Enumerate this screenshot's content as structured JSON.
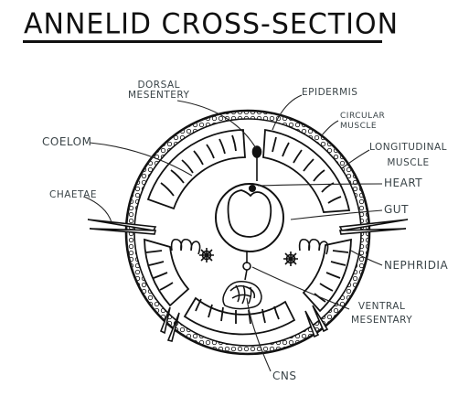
{
  "title": "ANNELID CROSS-SECTION",
  "labels": {
    "dorsal_mesentery_1": "DORSAL",
    "dorsal_mesentery_2": "MESENTERY",
    "epidermis": "EPIDERMIS",
    "circular_muscle_1": "CIRCULAR",
    "circular_muscle_2": "MUSCLE",
    "longitudinal_muscle_1": "LONGITUDINAL",
    "longitudinal_muscle_2": "MUSCLE",
    "coelom": "COELOM",
    "chaetae": "CHAETAE",
    "heart": "HEART",
    "gut": "GUT",
    "nephridia": "NEPHRIDIA",
    "ventral_mesentary_1": "VENTRAL",
    "ventral_mesentary_2": "MESENTARY",
    "cns": "CNS"
  }
}
